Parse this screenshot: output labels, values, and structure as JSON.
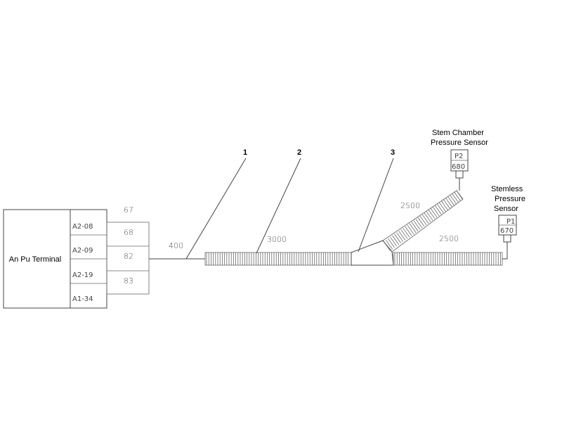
{
  "terminal": {
    "title": "An Pu Terminal",
    "pins": [
      "A2-08",
      "A2-09",
      "A2-19",
      "A1-34"
    ],
    "wires": [
      "67",
      "68",
      "82",
      "83"
    ]
  },
  "callouts": [
    "1",
    "2",
    "3"
  ],
  "lengths": {
    "lead": "400",
    "main_hose": "3000",
    "stem_hose": "2500",
    "stemless_hose": "2500"
  },
  "sensors": {
    "stem": {
      "title_line1": "Stem Chamber",
      "title_line2": "Pressure Sensor",
      "tag": "P2",
      "code": "680"
    },
    "stemless": {
      "title_line1": "Stemless",
      "title_line2": "Pressure",
      "title_line3": "Sensor",
      "tag": "P1",
      "code": "670"
    }
  }
}
